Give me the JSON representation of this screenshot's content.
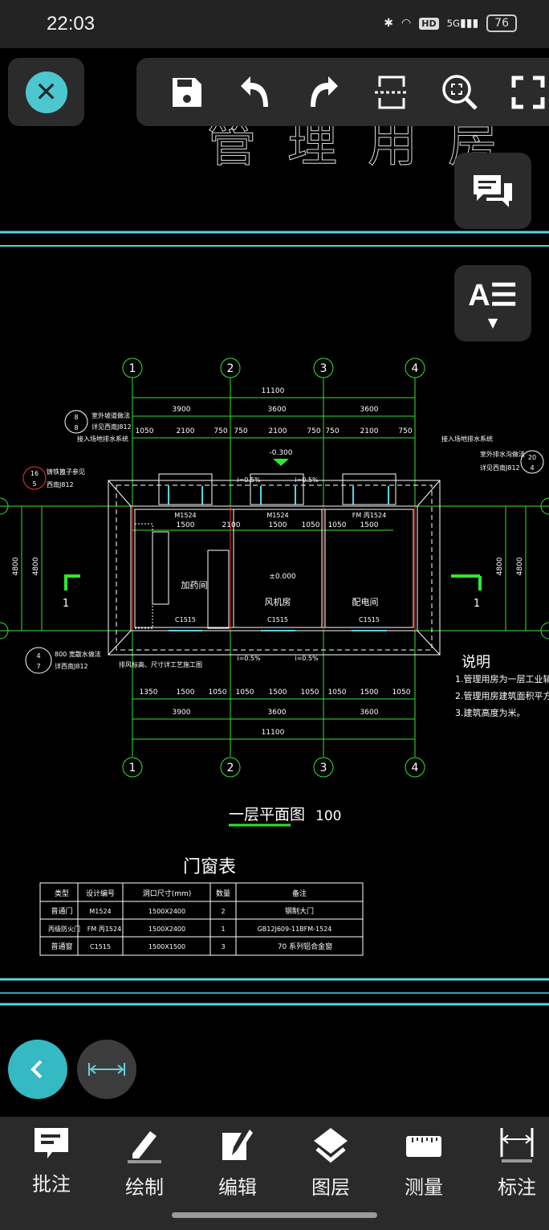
{
  "status_bar": {
    "time": "22:03",
    "network": "5G",
    "hd": "HD",
    "battery": "76"
  },
  "toolbar": {
    "icons": [
      "save-icon",
      "undo-icon",
      "redo-icon",
      "section-icon",
      "zoom-extent-icon",
      "fullscreen-icon"
    ]
  },
  "drawing": {
    "top_title": "管理用房",
    "axes": [
      "1",
      "2",
      "3",
      "4"
    ],
    "dims_top": {
      "total": "11100",
      "bays": [
        "3900",
        "3600",
        "3600"
      ],
      "sub": [
        "1050",
        "2100",
        "750",
        "750",
        "2100",
        "750",
        "750",
        "2100",
        "750"
      ]
    },
    "dims_inner": [
      "1500",
      "2100",
      "1500",
      "1050",
      "1050",
      "1500"
    ],
    "doors": [
      "M1524",
      "M1524",
      "FM 丙1524"
    ],
    "windows": [
      "C1515",
      "C1515",
      "C1515"
    ],
    "rooms": [
      "加药间",
      "风机房",
      "配电间"
    ],
    "levels": {
      "outdoor": "-0.300",
      "floor": "±0.000"
    },
    "slopes": [
      "i=0.5%",
      "i=0.5%",
      "i=0.5%",
      "i=0.5%"
    ],
    "dims_bottom": {
      "total": "11100",
      "bays": [
        "3900",
        "3600",
        "3600"
      ],
      "sub": [
        "1350",
        "1500",
        "1050",
        "1050",
        "1500",
        "1050",
        "1050",
        "1500",
        "1050"
      ]
    },
    "side_dims": [
      "4800",
      "4800",
      "4800",
      "4800"
    ],
    "section_marks": [
      "1",
      "1"
    ],
    "callouts": {
      "ramp_a": "室外坡道做法",
      "ramp_b": "详见西南J812",
      "drain_left": "接入场地排水系统",
      "drain_right": "接入场地排水系统",
      "rail_a": "铸铁篦子参见",
      "rail_b": "西南J812",
      "trench_r_a": "室外排水沟做法",
      "trench_r_b": "详见西南J812",
      "apron_a": "800 宽散水做法",
      "apron_b": "详西南J812",
      "exhaust": "排风标高、尺寸详工艺施工图",
      "ramp_num": [
        "8",
        "8"
      ],
      "rail_num": [
        "16",
        "5"
      ],
      "trench_num": [
        "20",
        "4"
      ],
      "apron_num": [
        "4",
        "7"
      ]
    },
    "notes": {
      "heading": "说明",
      "items": [
        "1.管理用房为一层工业辅",
        "2.管理用房建筑面积平方",
        "3.建筑高度为米。"
      ]
    },
    "plan_title": "一层平面图",
    "plan_scale": "100"
  },
  "schedule": {
    "title": "门窗表",
    "headers": [
      "类型",
      "设计编号",
      "洞口尺寸(mm)",
      "数量",
      "备注"
    ],
    "rows": [
      [
        "普通门",
        "M1524",
        "1500X2400",
        "2",
        "钢制大门"
      ],
      [
        "丙级防火门",
        "FM 丙1524",
        "1500X2400",
        "1",
        "GB12J609-11BFM-1524"
      ],
      [
        "普通窗",
        "C1515",
        "1500X1500",
        "3",
        "70 系列铝合金窗"
      ]
    ]
  },
  "bottom_nav": [
    {
      "label": "批注",
      "icon": "annotate-icon"
    },
    {
      "label": "绘制",
      "icon": "pencil-icon"
    },
    {
      "label": "编辑",
      "icon": "edit-icon"
    },
    {
      "label": "图层",
      "icon": "layers-icon"
    },
    {
      "label": "测量",
      "icon": "ruler-icon"
    },
    {
      "label": "标注",
      "icon": "dimension-icon"
    }
  ],
  "colors": {
    "accent": "#4dc7cf",
    "cad_green": "#2ee82e",
    "cad_cyan": "#4fd8e0",
    "cad_red": "#ff3030",
    "panel": "#2b2b2b"
  }
}
